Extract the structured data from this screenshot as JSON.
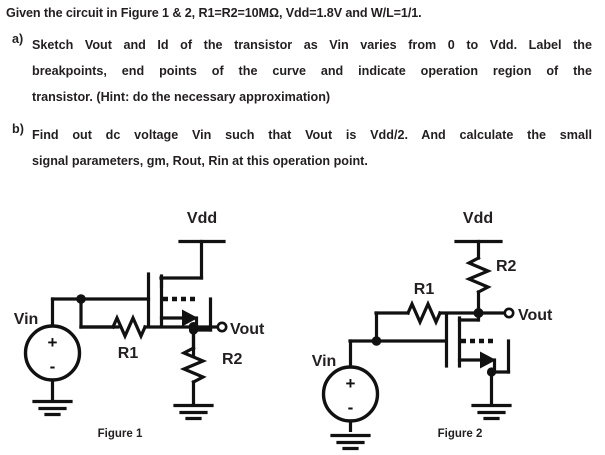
{
  "problem": {
    "stem": "Given the circuit in Figure 1 & 2, R1=R2=10MΩ, Vdd=1.8V and W/L=1/1.",
    "items": [
      {
        "marker": "a)",
        "lines": [
          "Sketch Vout and Id of the transistor as Vin varies from 0 to Vdd. Label the",
          "breakpoints, end points of the curve and indicate operation region of the",
          "transistor. (Hint: do the necessary approximation)"
        ]
      },
      {
        "marker": "b)",
        "lines": [
          "Find out dc voltage Vin such that Vout is Vdd/2. And calculate the small",
          "signal parameters, gm, Rout, Rin at this operation point."
        ]
      }
    ]
  },
  "figures": [
    {
      "caption": "Figure 1",
      "labels": {
        "vdd": "Vdd",
        "vin": "Vin",
        "vout": "Vout",
        "r1": "R1",
        "r2": "R2",
        "source_plus": "+",
        "source_minus": "-"
      }
    },
    {
      "caption": "Figure 2",
      "labels": {
        "vdd": "Vdd",
        "vin": "Vin",
        "vout": "Vout",
        "r1": "R1",
        "r2": "R2",
        "source_plus": "+",
        "source_minus": "-"
      }
    }
  ],
  "colors": {
    "ink": "#231f20",
    "wire": "#111111",
    "background": "#ffffff"
  }
}
